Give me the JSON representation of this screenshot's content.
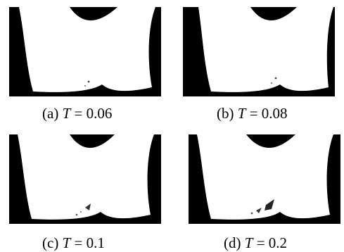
{
  "figure": {
    "colors": {
      "background": "#000000",
      "foreground": "#ffffff"
    },
    "panels": [
      {
        "id": "a",
        "prefix": "(a) ",
        "var": "T",
        "eq": " = ",
        "value": "0.06"
      },
      {
        "id": "b",
        "prefix": "(b) ",
        "var": "T",
        "eq": " = ",
        "value": "0.08"
      },
      {
        "id": "c",
        "prefix": "(c) ",
        "var": "T",
        "eq": " = ",
        "value": "0.1"
      },
      {
        "id": "d",
        "prefix": "(d) ",
        "var": "T",
        "eq": " = ",
        "value": "0.2"
      }
    ]
  }
}
